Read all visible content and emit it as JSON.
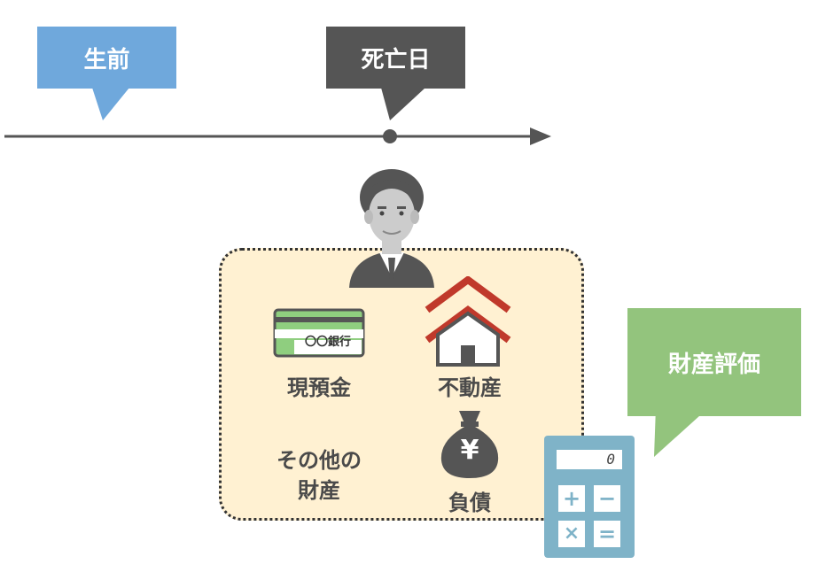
{
  "timeline": {
    "before_label": "生前",
    "death_label": "死亡日"
  },
  "assets": {
    "bank_card_text": "〇〇銀行",
    "cash_label": "現預金",
    "real_estate_label": "不動産",
    "other_label_line1": "その他の",
    "other_label_line2": "財産",
    "money_bag_symbol": "¥",
    "debt_label": "負債"
  },
  "valuation": {
    "label": "財産評価",
    "calculator_display": "0",
    "calc_keys": [
      "+",
      "−",
      "×",
      "="
    ]
  },
  "colors": {
    "before_callout": "#6fa8dc",
    "death_callout": "#555555",
    "valuation_callout": "#93c47d",
    "asset_box_fill": "#fff1d2",
    "house_roof": "#c0392b",
    "calculator": "#7fb3c8"
  },
  "icons": [
    "bank-card-icon",
    "house-icon",
    "money-bag-icon",
    "calculator-icon",
    "person-icon"
  ]
}
